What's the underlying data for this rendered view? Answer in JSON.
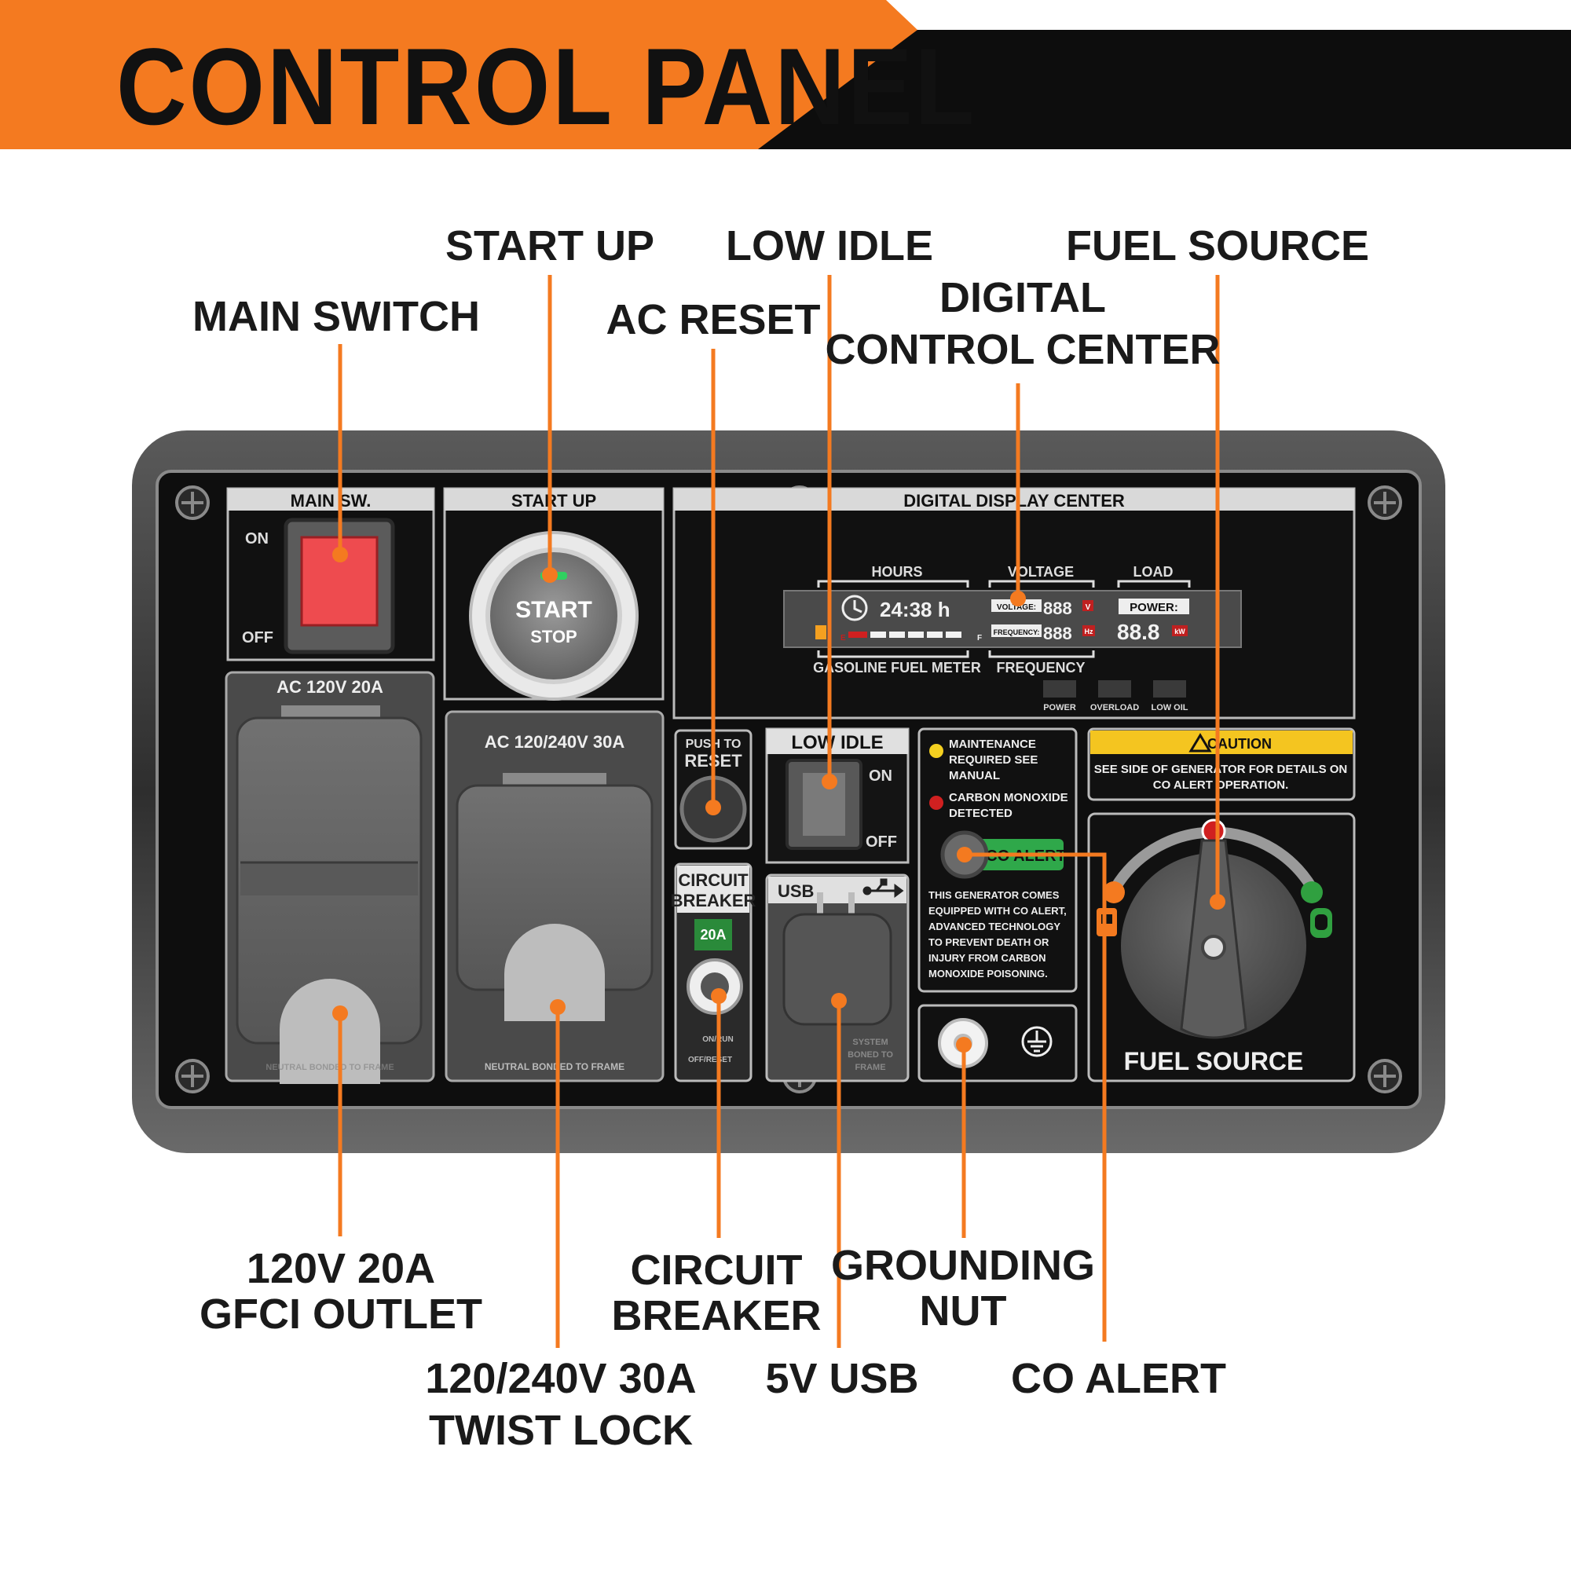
{
  "header": {
    "title": "CONTROL PANEL",
    "accent_color": "#f47a20",
    "bar_color": "#0d0d0d"
  },
  "callouts": {
    "main_switch": "MAIN SWITCH",
    "start_up": "START UP",
    "ac_reset": "AC RESET",
    "low_idle": "LOW IDLE",
    "digital_control_center": [
      "DIGITAL",
      "CONTROL CENTER"
    ],
    "fuel_source": "FUEL SOURCE",
    "gfci_outlet": [
      "120V 20A",
      "GFCI OUTLET"
    ],
    "twist_lock": [
      "120/240V 30A",
      "TWIST LOCK"
    ],
    "circuit_breaker": [
      "CIRCUIT",
      "BREAKER"
    ],
    "usb": "5V USB",
    "grounding_nut": [
      "GROUNDING",
      "NUT"
    ],
    "co_alert": "CO ALERT"
  },
  "panel": {
    "main_sw": {
      "title": "MAIN SW.",
      "on": "ON",
      "off": "OFF"
    },
    "start_up": {
      "title": "START UP",
      "start": "START",
      "stop": "STOP"
    },
    "display": {
      "title": "DIGITAL DISPLAY CENTER",
      "hours_label": "HOURS",
      "voltage_label": "VOLTAGE",
      "load_label": "LOAD",
      "hours_value": "24:38 h",
      "voltage_tag": "VOLTAGE:",
      "voltage_value": "888",
      "voltage_unit": "V",
      "frequency_tag": "FREQUENCY:",
      "frequency_value": "888",
      "frequency_unit": "Hz",
      "power_tag": "POWER:",
      "power_value": "88.8",
      "power_unit": "kW",
      "fuel_meter_label": "GASOLINE FUEL METER",
      "frequency_label": "FREQUENCY",
      "fuel_e": "E",
      "fuel_f": "F",
      "leds": [
        "POWER",
        "OVERLOAD",
        "LOW OIL"
      ]
    },
    "ac_120": {
      "title": "AC 120V 20A",
      "footer": "NEUTRAL BONDED TO FRAME"
    },
    "ac_240": {
      "title": "AC 120/240V 30A",
      "footer": "NEUTRAL BONDED TO FRAME"
    },
    "reset": {
      "line1": "PUSH TO",
      "line2": "RESET"
    },
    "low_idle": {
      "title": "LOW IDLE",
      "on": "ON",
      "off": "OFF"
    },
    "breaker": {
      "line1": "CIRCUIT",
      "line2": "BREAKER",
      "rating": "20A",
      "on_run": "ON/RUN",
      "off_reset": "OFF/RESET"
    },
    "usb": {
      "title": "USB",
      "footer1": "SYSTEM",
      "footer2": "BONED TO",
      "footer3": "FRAME"
    },
    "co": {
      "maintenance": [
        "MAINTENANCE",
        "REQUIRED SEE",
        "MANUAL"
      ],
      "carbon": [
        "CARBON MONOXIDE",
        "DETECTED"
      ],
      "badge": "CO ALERT",
      "info": [
        "THIS GENERATOR COMES",
        "EQUIPPED WITH CO ALERT,",
        "ADVANCED TECHNOLOGY",
        "TO PREVENT DEATH OR",
        "INJURY FROM CARBON",
        "MONOXIDE POISONING."
      ]
    },
    "caution": {
      "title": "CAUTION",
      "line1": "SEE SIDE OF GENERATOR FOR DETAILS ON",
      "line2": "CO ALERT OPERATION."
    },
    "fuel": {
      "title": "FUEL SOURCE"
    }
  }
}
